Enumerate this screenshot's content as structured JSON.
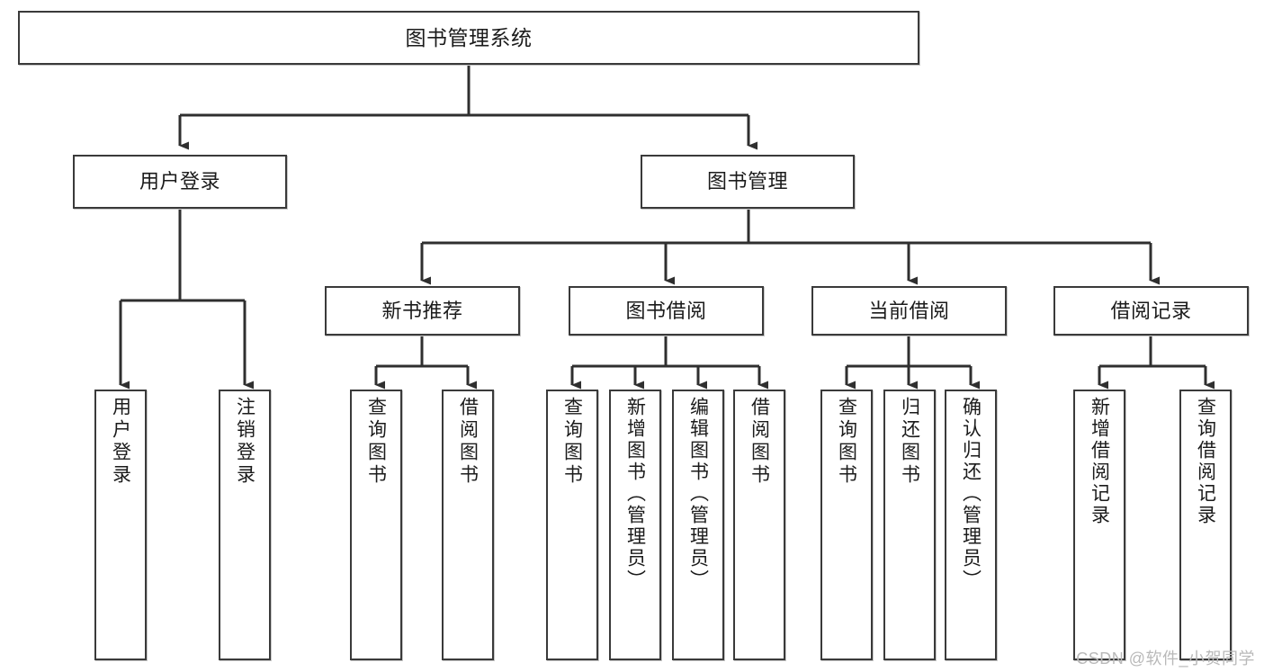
{
  "diagram": {
    "title": "图书管理系统",
    "type": "tree",
    "watermark": "CSDN @软件_小贺同学",
    "colors": {
      "box_border": "#3a3a3a",
      "box_fill": "#ffffff",
      "edge": "#2f2f2f",
      "text": "#1b1b1b",
      "watermark": "#b9b9b9",
      "background": "#ffffff"
    },
    "root": {
      "label": "图书管理系统",
      "orientation": "horizontal"
    },
    "level1": [
      {
        "label": "用户登录",
        "orientation": "horizontal"
      },
      {
        "label": "图书管理",
        "orientation": "horizontal"
      }
    ],
    "level2": [
      {
        "label": "新书推荐",
        "orientation": "horizontal",
        "parent": "图书管理"
      },
      {
        "label": "图书借阅",
        "orientation": "horizontal",
        "parent": "图书管理"
      },
      {
        "label": "当前借阅",
        "orientation": "horizontal",
        "parent": "图书管理"
      },
      {
        "label": "借阅记录",
        "orientation": "horizontal",
        "parent": "图书管理"
      }
    ],
    "leaves": [
      {
        "label": "用户登录",
        "orientation": "vertical",
        "parent": "用户登录"
      },
      {
        "label": "注销登录",
        "orientation": "vertical",
        "parent": "用户登录"
      },
      {
        "label": "查询图书",
        "orientation": "vertical",
        "parent": "新书推荐"
      },
      {
        "label": "借阅图书",
        "orientation": "vertical",
        "parent": "新书推荐"
      },
      {
        "label": "查询图书",
        "orientation": "vertical",
        "parent": "图书借阅"
      },
      {
        "label": "新增图书（管理员）",
        "orientation": "vertical",
        "parent": "图书借阅"
      },
      {
        "label": "编辑图书（管理员）",
        "orientation": "vertical",
        "parent": "图书借阅"
      },
      {
        "label": "借阅图书",
        "orientation": "vertical",
        "parent": "图书借阅"
      },
      {
        "label": "查询图书",
        "orientation": "vertical",
        "parent": "当前借阅"
      },
      {
        "label": "归还图书",
        "orientation": "vertical",
        "parent": "当前借阅"
      },
      {
        "label": "确认归还（管理员）",
        "orientation": "vertical",
        "parent": "当前借阅"
      },
      {
        "label": "新增借阅记录",
        "orientation": "vertical",
        "parent": "借阅记录"
      },
      {
        "label": "查询借阅记录",
        "orientation": "vertical",
        "parent": "借阅记录"
      }
    ]
  }
}
